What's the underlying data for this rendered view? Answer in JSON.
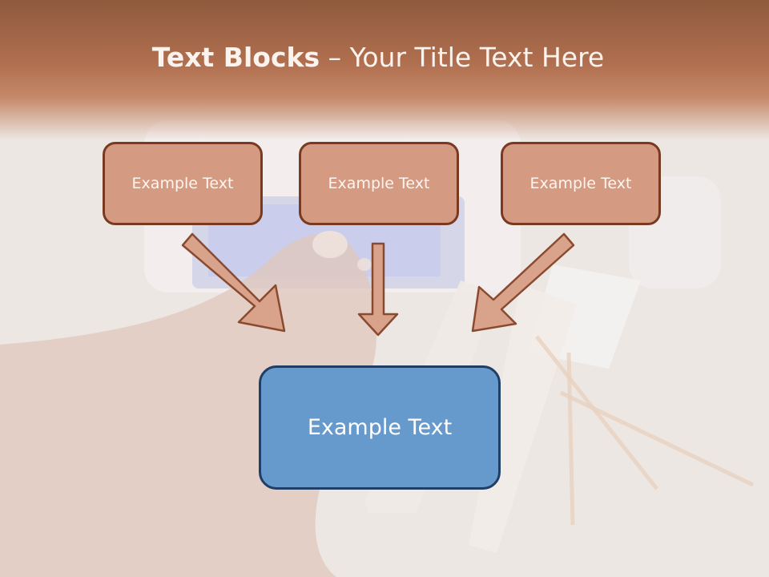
{
  "title": {
    "bold": "Text Blocks",
    "dash": " – ",
    "rest": "Your Title Text Here"
  },
  "boxes": [
    {
      "label": "Example Text"
    },
    {
      "label": "Example Text"
    },
    {
      "label": "Example Text"
    }
  ],
  "target": {
    "label": "Example Text"
  },
  "colors": {
    "header": "#a8674a",
    "box_fill": "#d49a82",
    "box_border": "#7a3a22",
    "target_fill": "#6699cc",
    "target_border": "#1f3f66",
    "arrow_fill": "#d9a28a",
    "arrow_stroke": "#8a4a30"
  }
}
